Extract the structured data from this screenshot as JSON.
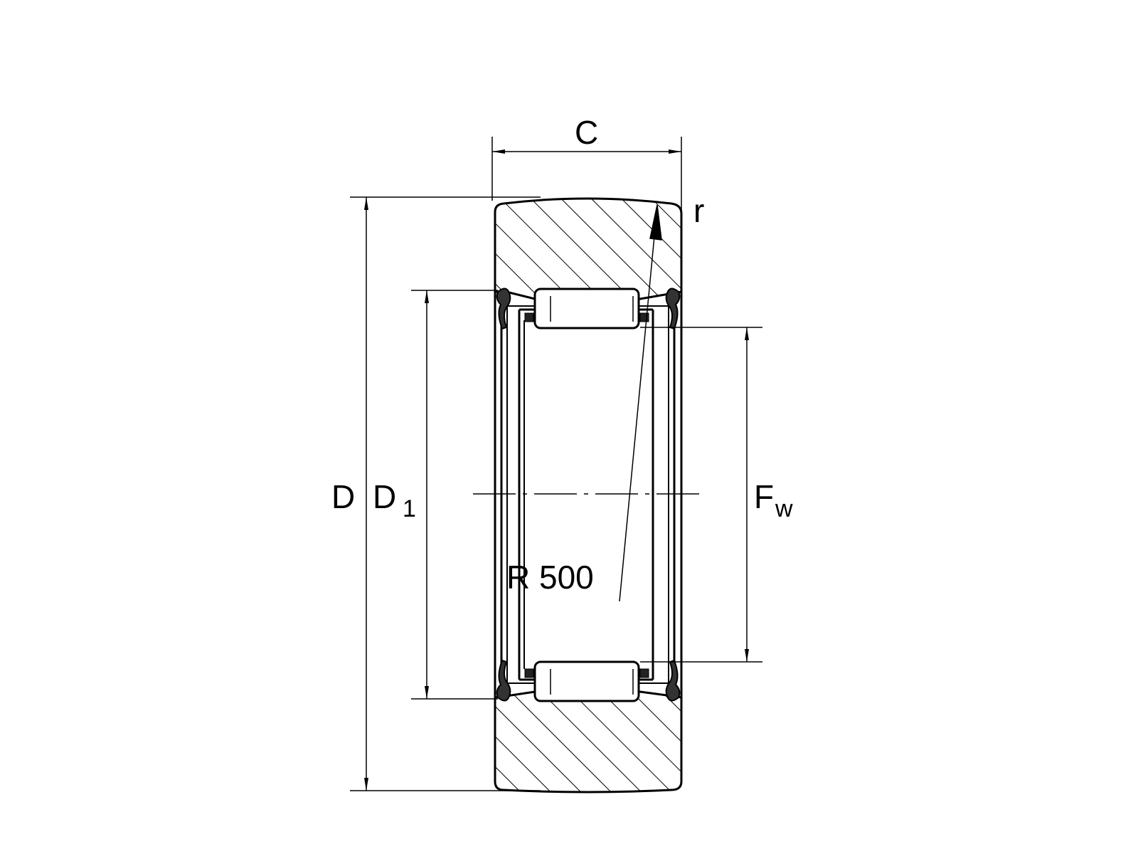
{
  "drawing": {
    "type": "Track roller (needle bearing) cross-section",
    "labels": {
      "width": "C",
      "radius": "r",
      "outer_diameter": "D",
      "shoulder_diameter": "D",
      "shoulder_diameter_sub": "1",
      "bore_diameter": "F",
      "bore_diameter_sub": "w",
      "crown_radius": "R 500"
    },
    "colors": {
      "line": "#000000",
      "background": "#ffffff"
    }
  }
}
